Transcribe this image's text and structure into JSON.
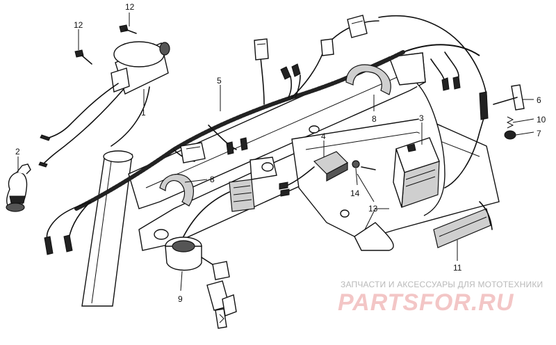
{
  "callouts": [
    "12",
    "12",
    "1",
    "2",
    "5",
    "8",
    "8",
    "4",
    "3",
    "6",
    "10",
    "7",
    "14",
    "13",
    "11",
    "9"
  ],
  "watermark": {
    "caption": "ЗАПЧАСТИ И АКСЕССУАРЫ ДЛЯ МОТОТЕХНИКИ",
    "logo": "PARTSFOR.RU"
  }
}
